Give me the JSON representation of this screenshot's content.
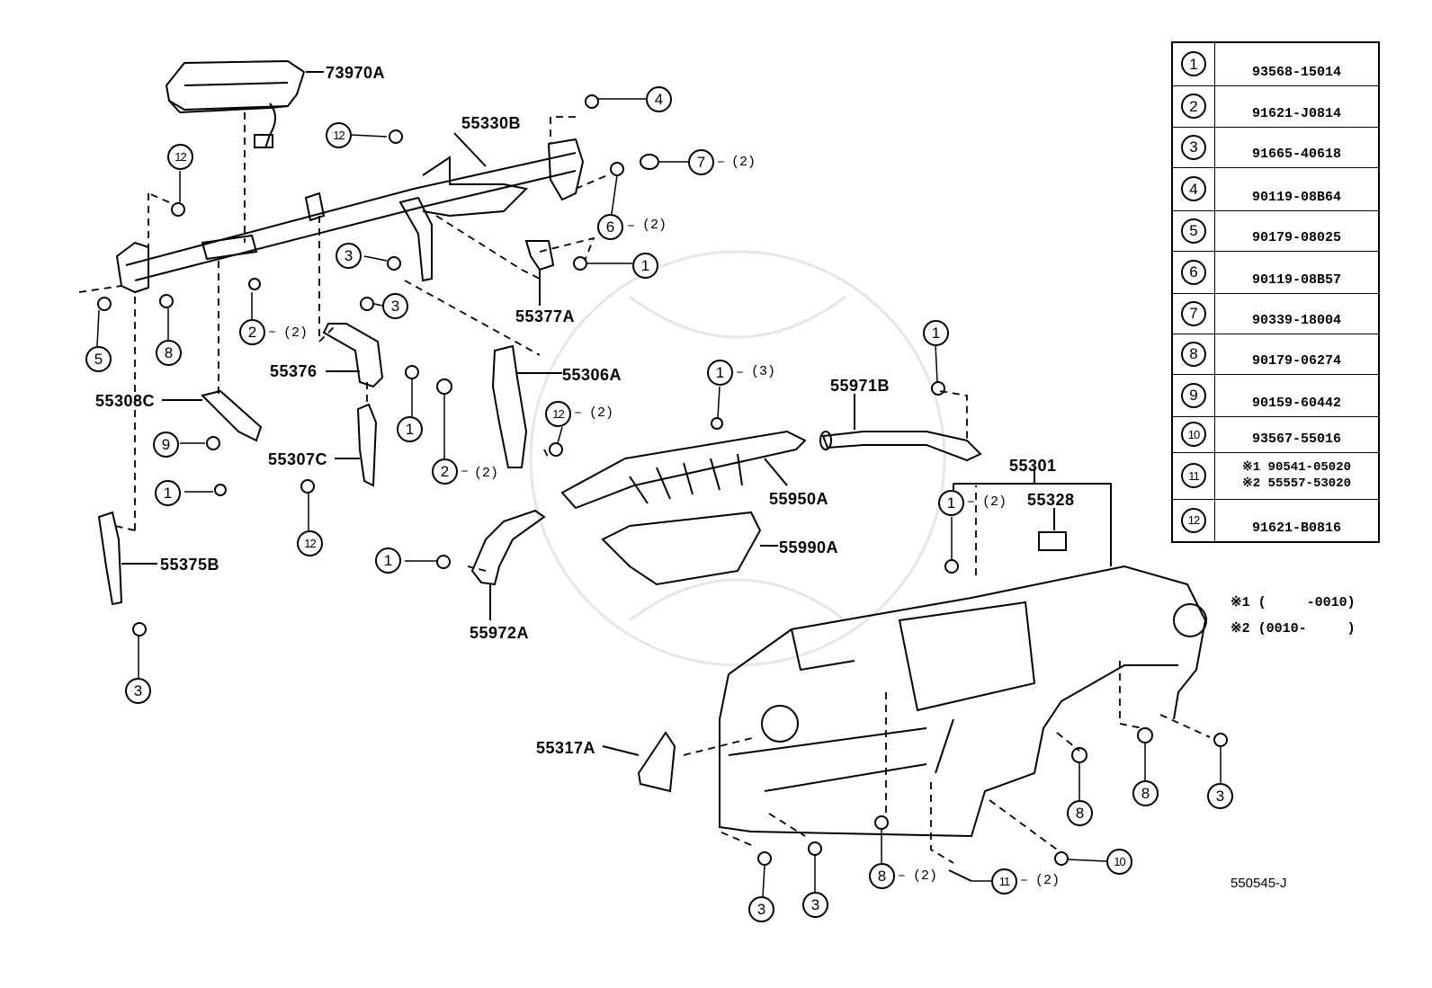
{
  "parts": {
    "p73970A": "73970A",
    "p55330B": "55330B",
    "p55377A": "55377A",
    "p55376": "55376",
    "p55306A": "55306A",
    "p55308C": "55308C",
    "p55307C": "55307C",
    "p55375B": "55375B",
    "p55971B": "55971B",
    "p55950A": "55950A",
    "p55990A": "55990A",
    "p55972A": "55972A",
    "p55301": "55301",
    "p55328": "55328",
    "p55317A": "55317A"
  },
  "refs": {
    "r1": "1",
    "r2": "2",
    "r3": "3",
    "r4": "4",
    "r5": "5",
    "r6": "6",
    "r7": "7",
    "r8": "8",
    "r9": "9",
    "r10": "10",
    "r11": "11",
    "r12": "12"
  },
  "qty": {
    "q2": "(2)",
    "q3": "(3)"
  },
  "table": {
    "rows": [
      {
        "ref": "1",
        "part": "93568-15014"
      },
      {
        "ref": "2",
        "part": "91621-J0814"
      },
      {
        "ref": "3",
        "part": "91665-40618"
      },
      {
        "ref": "4",
        "part": "90119-08B64"
      },
      {
        "ref": "5",
        "part": "90179-08025"
      },
      {
        "ref": "6",
        "part": "90119-08B57"
      },
      {
        "ref": "7",
        "part": "90339-18004"
      },
      {
        "ref": "8",
        "part": "90179-06274"
      },
      {
        "ref": "9",
        "part": "90159-60442"
      },
      {
        "ref": "10",
        "part": "93567-55016"
      },
      {
        "ref": "11",
        "part_a": "※1 90541-05020",
        "part_b": "※2 55557-53020"
      },
      {
        "ref": "12",
        "part": "91621-B0816"
      }
    ]
  },
  "notes": {
    "n1": "※1 (     -0010)",
    "n2": "※2 (0010-     )"
  },
  "diagram_code": "550545-J"
}
